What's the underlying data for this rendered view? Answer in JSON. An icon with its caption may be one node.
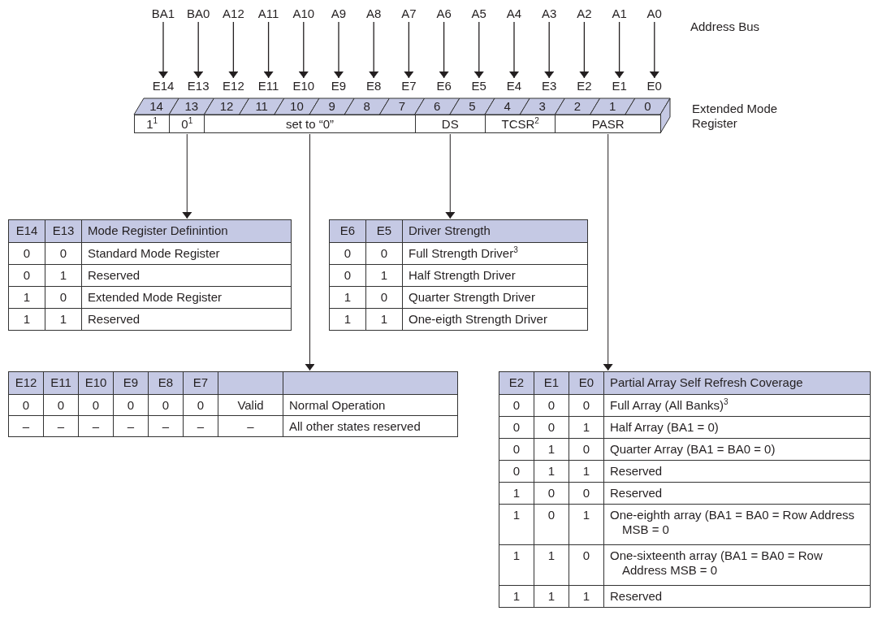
{
  "diagram": {
    "nodes": [
      {
        "text": [
          "BA1"
        ]
      },
      {
        "text": [
          "BA0"
        ]
      },
      {
        "text": [
          "A12"
        ]
      },
      {
        "text": [
          "A11"
        ]
      },
      {
        "text": [
          "A10"
        ]
      },
      {
        "text": [
          "A9"
        ]
      },
      {
        "text": [
          "A8"
        ]
      },
      {
        "text": [
          "A7"
        ]
      },
      {
        "text": [
          "A6"
        ]
      },
      {
        "text": [
          "A5"
        ]
      },
      {
        "text": [
          "A4"
        ]
      },
      {
        "text": [
          "A3"
        ]
      },
      {
        "text": [
          "A2"
        ]
      },
      {
        "text": [
          "A1"
        ]
      },
      {
        "text": [
          "A0"
        ]
      },
      {
        "text": [
          "E14"
        ]
      },
      {
        "text": [
          "E13"
        ]
      },
      {
        "text": [
          "E12"
        ]
      },
      {
        "text": [
          "E11"
        ]
      },
      {
        "text": [
          "E10"
        ]
      },
      {
        "text": [
          "E9"
        ]
      },
      {
        "text": [
          "E8"
        ]
      },
      {
        "text": [
          "E7"
        ]
      },
      {
        "text": [
          "E6"
        ]
      },
      {
        "text": [
          "E5"
        ]
      },
      {
        "text": [
          "E4"
        ]
      },
      {
        "text": [
          "E3"
        ]
      },
      {
        "text": [
          "E2"
        ]
      },
      {
        "text": [
          "E1"
        ]
      },
      {
        "text": [
          "E0"
        ]
      },
      {
        "text": [
          "1$^{1}$"
        ]
      },
      {
        "text": [
          "0$^{1}$"
        ]
      },
      {
        "text": [
          "set to “0”"
        ]
      },
      {
        "text": [
          "DS"
        ]
      },
      {
        "text": [
          "TCSR$^{2}$"
        ]
      },
      {
        "text": [
          "PASR"
        ]
      },
      {
        "text": [
          "E14",
          "E13",
          "Mode Register Definintion",
          "0",
          "0",
          "Standard Mode Register",
          "0",
          "1",
          "Reserved",
          "1",
          "0",
          "Extended Mode Register",
          "1",
          "1",
          "Reserved"
        ]
      },
      {
        "text": [
          "E6",
          "E5",
          "Driver Strength",
          "0",
          "0",
          "Full Strength Driver$^{3}$",
          "0",
          "1",
          "Half Strength Driver",
          "1",
          "0",
          "Quarter Strength Driver",
          "1",
          "1",
          "One-eigth Strength Driver"
        ]
      },
      {
        "text": [
          "E12",
          "E11",
          "E10",
          "E9",
          "E8",
          "E7",
          "0",
          "0",
          "0",
          "0",
          "0",
          "0",
          "Valid",
          "Normal Operation",
          "–",
          "–",
          "–",
          "–",
          "–",
          "–",
          "–",
          "All other states reserved"
        ]
      },
      {
        "text": [
          "E2",
          "E1",
          "E0",
          "Partial Array Self Refresh Coverage",
          "0",
          "0",
          "0",
          "Full Array (All Banks)$^{3}$",
          "0",
          "0",
          "1",
          "Half Array (BA1 = 0)",
          "0",
          "1",
          "0",
          "Quarter Array (BA1 = BA0 = 0)",
          "0",
          "1",
          "1",
          "Reserved",
          "1",
          "0",
          "0",
          "Reserved",
          "1",
          "0",
          "1",
          "One-eighth array (BA1 = BA0 = Row Address MSB = 0",
          "1",
          "1",
          "0",
          "One-sixteenth array (BA1 = BA0 = Row Address MSB = 0",
          "1",
          "1",
          "1",
          "Reserved"
        ]
      }
    ],
    "edges": [
      {
        "from": 0,
        "to": 15,
        "arrow": "to"
      },
      {
        "from": 1,
        "to": 16,
        "arrow": "to"
      },
      {
        "from": 2,
        "to": 17,
        "arrow": "to"
      },
      {
        "from": 3,
        "to": 18,
        "arrow": "to"
      },
      {
        "from": 4,
        "to": 19,
        "arrow": "to"
      },
      {
        "from": 5,
        "to": 20,
        "arrow": "to"
      },
      {
        "from": 6,
        "to": 21,
        "arrow": "to"
      },
      {
        "from": 7,
        "to": 22,
        "arrow": "to"
      },
      {
        "from": 8,
        "to": 23,
        "arrow": "to"
      },
      {
        "from": 9,
        "to": 24,
        "arrow": "to"
      },
      {
        "from": 10,
        "to": 25,
        "arrow": "to"
      },
      {
        "from": 11,
        "to": 26,
        "arrow": "to"
      },
      {
        "from": 12,
        "to": 27,
        "arrow": "to"
      },
      {
        "from": 13,
        "to": 28,
        "arrow": "to"
      },
      {
        "from": 14,
        "to": 29,
        "arrow": "to"
      },
      {
        "from": 31,
        "to": 36,
        "arrow": "to"
      },
      {
        "from": 32,
        "to": 38,
        "arrow": "to"
      },
      {
        "from": 33,
        "to": 37,
        "arrow": "to"
      },
      {
        "from": 35,
        "to": 39,
        "arrow": "to"
      }
    ],
    "labels": [
      "Address Bus",
      "14",
      "13",
      "12",
      "11",
      "10",
      "9",
      "8",
      "7",
      "6",
      "5",
      "4",
      "3",
      "2",
      "1",
      "0",
      "Extended Mode Register"
    ]
  }
}
